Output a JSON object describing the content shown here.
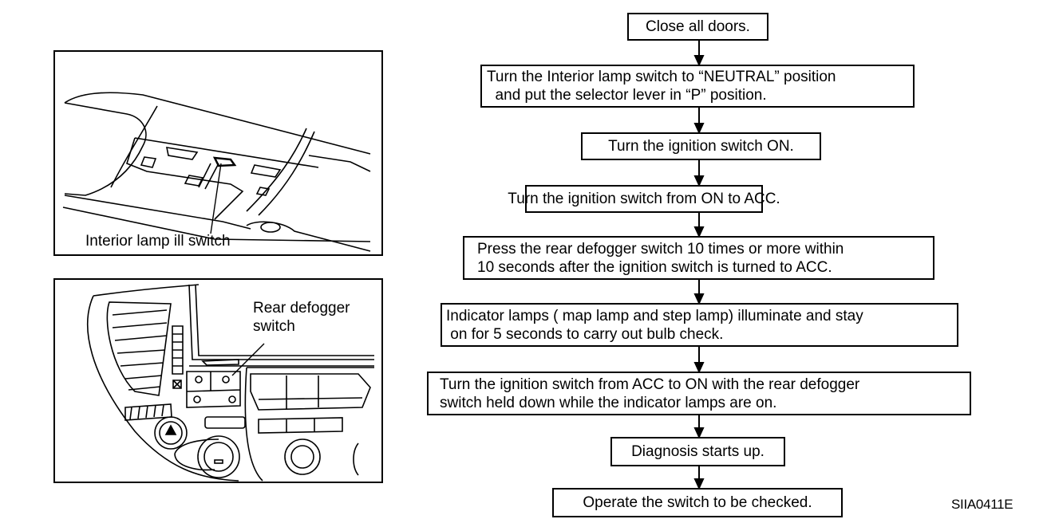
{
  "illustrations": [
    {
      "id": "interior-lamp",
      "callout": "Interior lamp ill switch"
    },
    {
      "id": "rear-defogger",
      "callout_lines": [
        "Rear defogger",
        "switch"
      ]
    }
  ],
  "flowchart": {
    "steps": [
      {
        "lines": [
          "Close all doors."
        ]
      },
      {
        "lines": [
          "Turn the Interior lamp switch to “NEUTRAL” position",
          "  and put the selector lever in “P” position."
        ]
      },
      {
        "lines": [
          "Turn the ignition switch ON."
        ]
      },
      {
        "lines": [
          "Turn the ignition switch from ON to ACC."
        ]
      },
      {
        "lines": [
          "Press the rear defogger switch 10 times or more within",
          "10 seconds after the ignition switch is turned to ACC."
        ]
      },
      {
        "lines": [
          "Indicator lamps ( map lamp and step lamp) illuminate and stay",
          " on for 5 seconds to carry out bulb check."
        ]
      },
      {
        "lines": [
          "Turn the ignition switch from ACC to ON with the rear defogger",
          "switch held down while the indicator lamps are on."
        ]
      },
      {
        "lines": [
          "Diagnosis starts up."
        ]
      },
      {
        "lines": [
          "Operate the switch to be checked."
        ]
      }
    ]
  },
  "figure_code": "SIIA0411E"
}
